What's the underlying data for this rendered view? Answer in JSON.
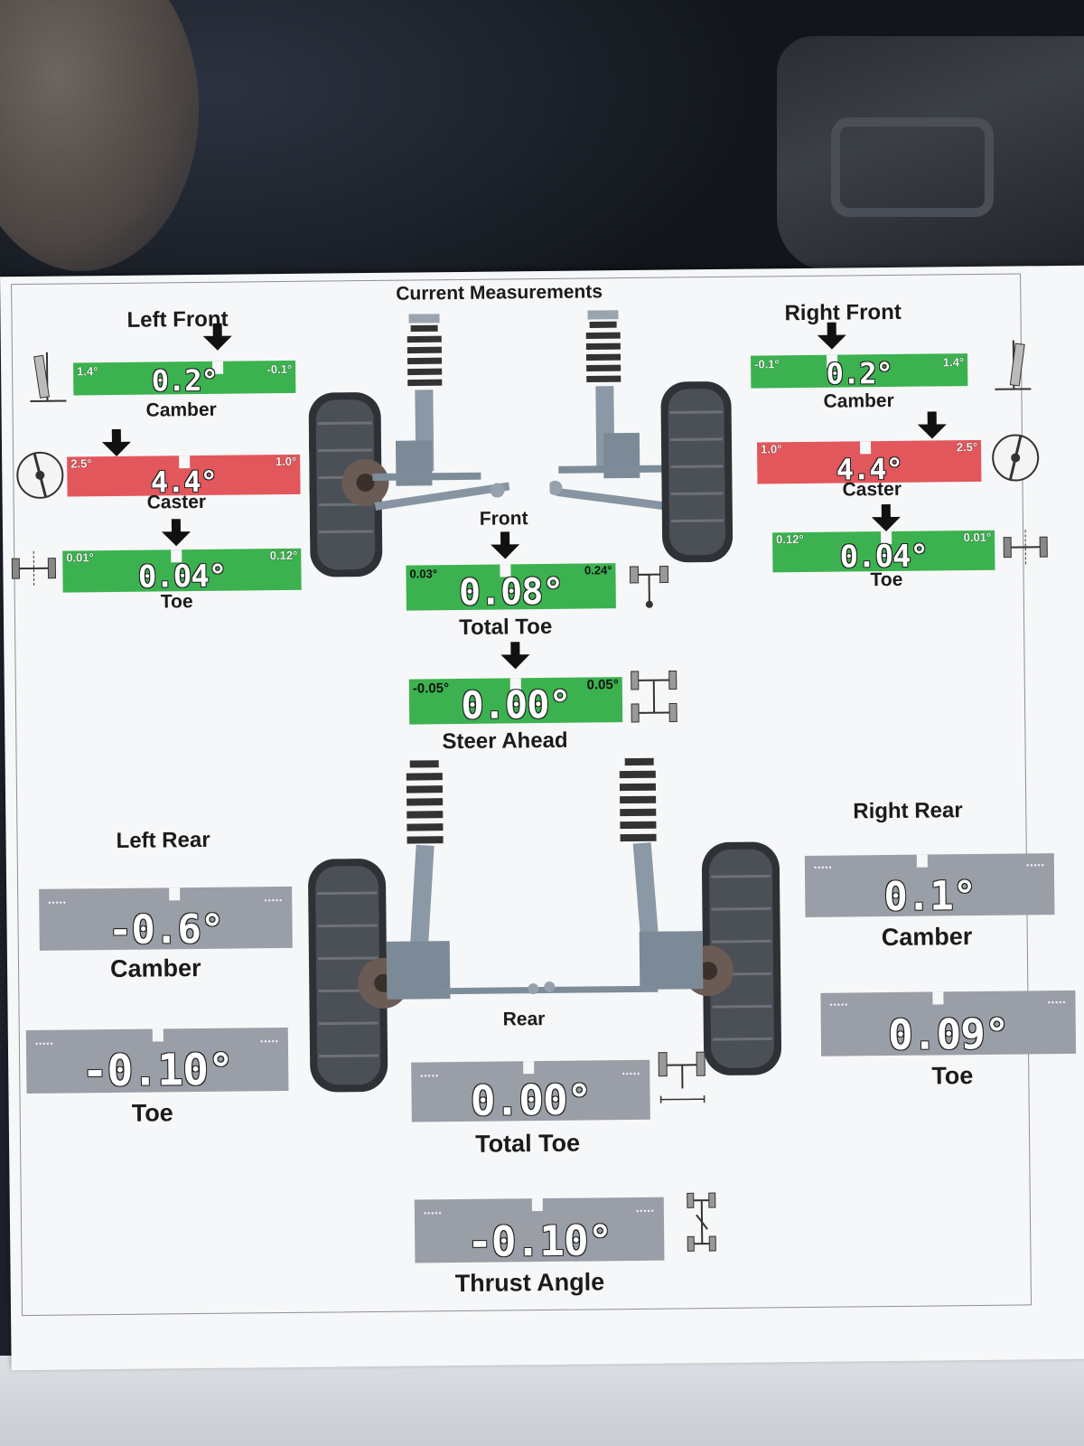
{
  "header": {
    "title": "Current Measurements"
  },
  "front": {
    "label": "Front",
    "left": {
      "title": "Left Front",
      "camber": {
        "label": "Camber",
        "value": "0.2°",
        "min": "1.4°",
        "max": "-0.1°",
        "color": "#3bb24f"
      },
      "caster": {
        "label": "Caster",
        "value": "4.4°",
        "min": "2.5°",
        "max": "1.0°",
        "color": "#e2575c"
      },
      "toe": {
        "label": "Toe",
        "value": "0.04°",
        "min": "0.01°",
        "max": "0.12°",
        "color": "#3bb24f"
      }
    },
    "right": {
      "title": "Right Front",
      "camber": {
        "label": "Camber",
        "value": "0.2°",
        "min": "-0.1°",
        "max": "1.4°",
        "color": "#3bb24f"
      },
      "caster": {
        "label": "Caster",
        "value": "4.4°",
        "min": "1.0°",
        "max": "2.5°",
        "color": "#e2575c"
      },
      "toe": {
        "label": "Toe",
        "value": "0.04°",
        "min": "0.12°",
        "max": "0.01°",
        "color": "#3bb24f"
      }
    },
    "total_toe": {
      "label": "Total Toe",
      "value": "0.08°",
      "min": "0.03°",
      "max": "0.24°",
      "color": "#3bb24f"
    },
    "steer_ahead": {
      "label": "Steer Ahead",
      "value": "0.00°",
      "min": "-0.05°",
      "max": "0.05°",
      "color": "#3bb24f"
    }
  },
  "rear": {
    "label": "Rear",
    "left": {
      "title": "Left Rear",
      "camber": {
        "label": "Camber",
        "value": "-0.6°",
        "color": "#9a9ea6"
      },
      "toe": {
        "label": "Toe",
        "value": "-0.10°",
        "color": "#9a9ea6"
      }
    },
    "right": {
      "title": "Right Rear",
      "camber": {
        "label": "Camber",
        "value": "0.1°",
        "color": "#9a9ea6"
      },
      "toe": {
        "label": "Toe",
        "value": "0.09°",
        "color": "#9a9ea6"
      }
    },
    "total_toe": {
      "label": "Total Toe",
      "value": "0.00°",
      "color": "#9a9ea6"
    },
    "thrust_angle": {
      "label": "Thrust Angle",
      "value": "-0.10°",
      "color": "#9a9ea6"
    }
  },
  "icons": [
    "camber-icon",
    "caster-icon",
    "toe-icon",
    "total-toe-icon",
    "steer-ahead-icon",
    "thrust-angle-icon",
    "strut-assembly-icon",
    "wheel-icon",
    "pointer-arrow-icon"
  ]
}
